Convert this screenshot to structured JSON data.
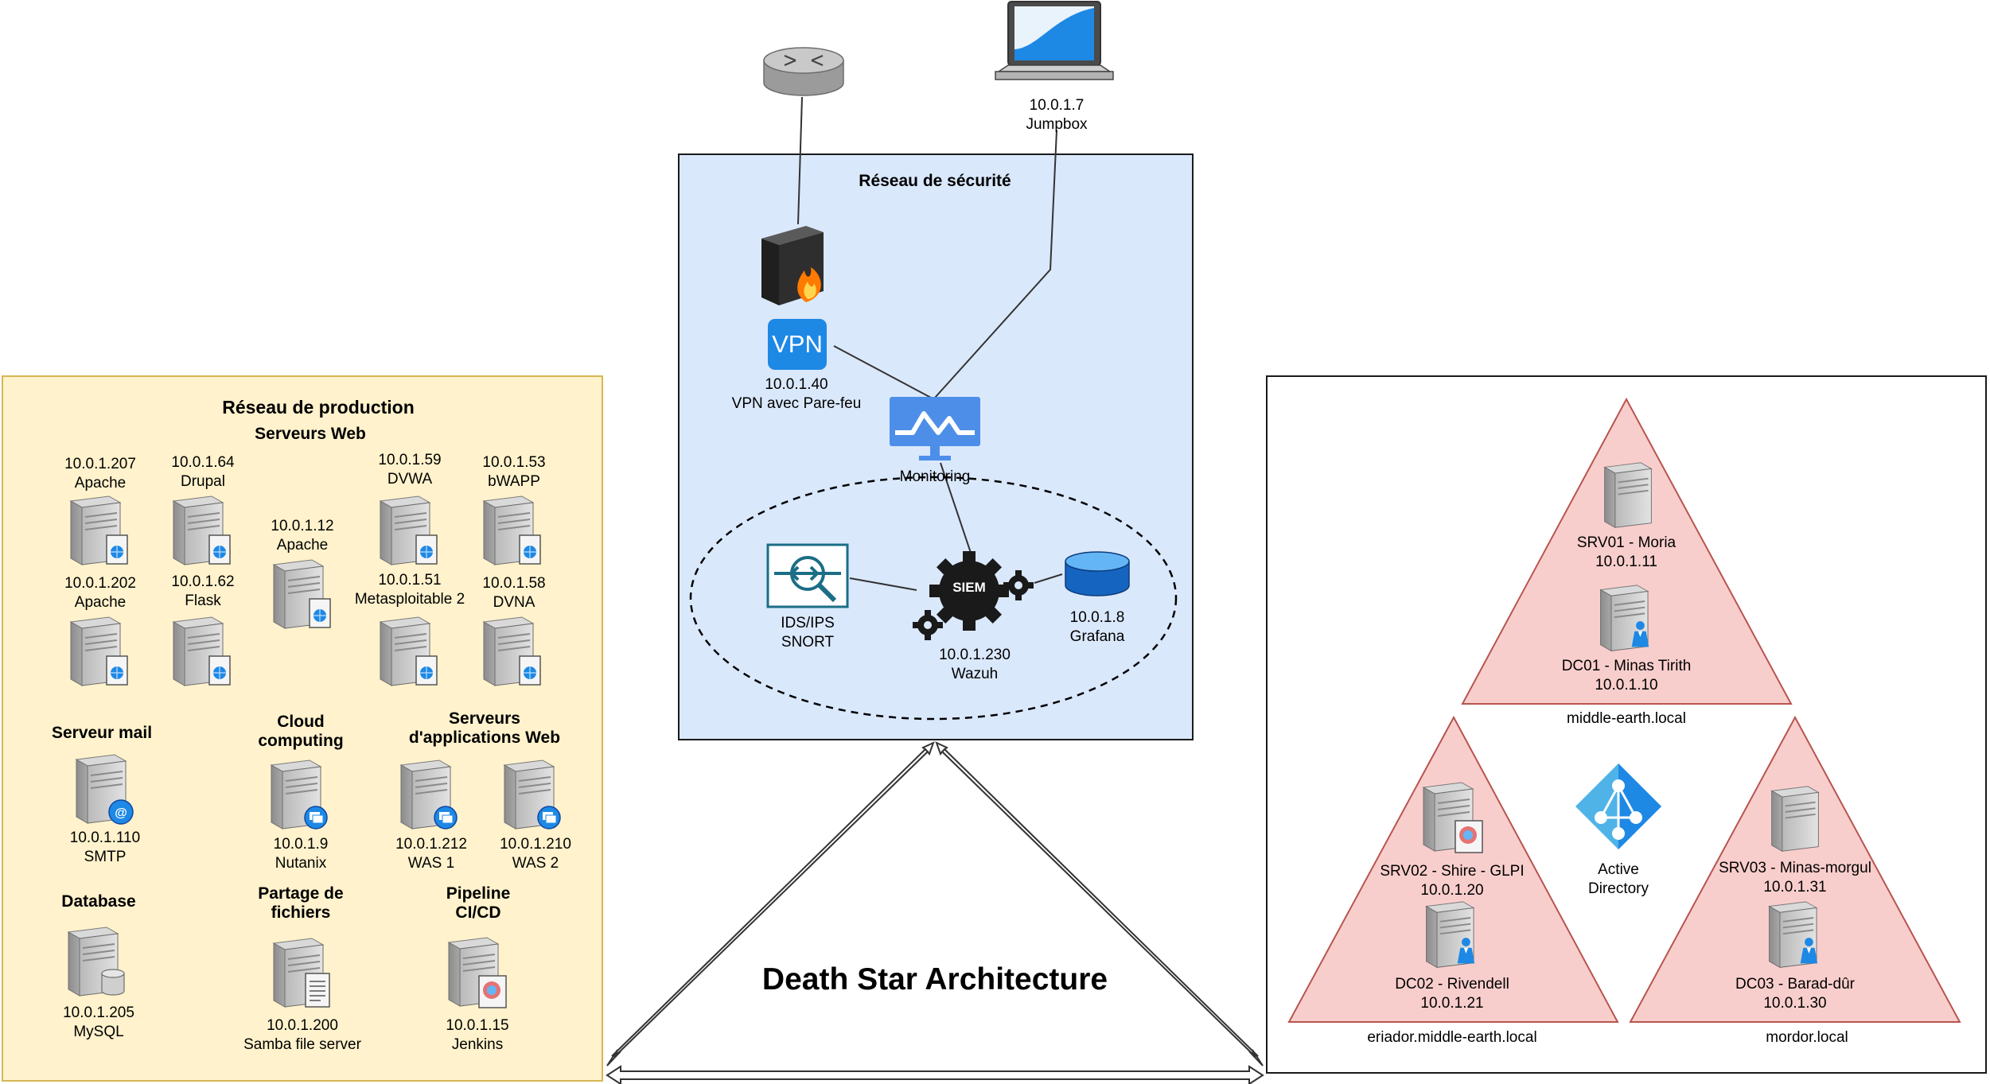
{
  "diagram_title": "Death Star Architecture",
  "colors": {
    "production_fill": "#fff2cc",
    "production_border": "#d6b656",
    "security_fill": "#dae8fc",
    "triangle_fill": "#f8cecc",
    "triangle_border": "#b85450",
    "accent_blue": "#1e88e5"
  },
  "top_devices": {
    "router": {
      "icon": "router-icon"
    },
    "jumpbox": {
      "ip": "10.0.1.7",
      "name": "Jumpbox",
      "icon": "laptop-icon"
    }
  },
  "security_network": {
    "title": "Réseau de sécurité",
    "firewall": {
      "icon": "firewall-icon"
    },
    "vpn": {
      "badge": "VPN",
      "ip": "10.0.1.40",
      "name": "VPN avec Pare-feu"
    },
    "monitoring": {
      "name": "Monitoring"
    },
    "ids": {
      "line1": "IDS/IPS",
      "line2": "SNORT"
    },
    "siem": {
      "badge": "SIEM",
      "ip": "10.0.1.230",
      "name": "Wazuh"
    },
    "grafana": {
      "ip": "10.0.1.8",
      "name": "Grafana"
    }
  },
  "production_network": {
    "title": "Réseau de production",
    "web_title": "Serveurs Web",
    "web_servers": [
      {
        "ip": "10.0.1.207",
        "name": "Apache"
      },
      {
        "ip": "10.0.1.64",
        "name": "Drupal"
      },
      {
        "ip": "10.0.1.12",
        "name": "Apache"
      },
      {
        "ip": "10.0.1.59",
        "name": "DVWA"
      },
      {
        "ip": "10.0.1.53",
        "name": "bWAPP"
      },
      {
        "ip": "10.0.1.202",
        "name": "Apache"
      },
      {
        "ip": "10.0.1.62",
        "name": "Flask"
      },
      {
        "ip": "10.0.1.51",
        "name": "Metasploitable 2"
      },
      {
        "ip": "10.0.1.58",
        "name": "DVNA"
      }
    ],
    "mail": {
      "title": "Serveur mail",
      "ip": "10.0.1.110",
      "name": "SMTP"
    },
    "cloud": {
      "title_l1": "Cloud",
      "title_l2": "computing",
      "ip": "10.0.1.9",
      "name": "Nutanix"
    },
    "apps": {
      "title_l1": "Serveurs",
      "title_l2": "d'applications Web",
      "servers": [
        {
          "ip": "10.0.1.212",
          "name": "WAS 1"
        },
        {
          "ip": "10.0.1.210",
          "name": "WAS 2"
        }
      ]
    },
    "database": {
      "title": "Database",
      "ip": "10.0.1.205",
      "name": "MySQL"
    },
    "files": {
      "title_l1": "Partage de",
      "title_l2": "fichiers",
      "ip": "10.0.1.200",
      "name": "Samba file server"
    },
    "pipeline": {
      "title_l1": "Pipeline",
      "title_l2": "CI/CD",
      "ip": "10.0.1.15",
      "name": "Jenkins"
    }
  },
  "active_directory": {
    "label_l1": "Active",
    "label_l2": "Directory",
    "domains": [
      {
        "name": "middle-earth.local",
        "servers": [
          {
            "name": "SRV01 - Moria",
            "ip": "10.0.1.11"
          },
          {
            "name": "DC01 - Minas Tirith",
            "ip": "10.0.1.10"
          }
        ]
      },
      {
        "name": "eriador.middle-earth.local",
        "servers": [
          {
            "name": "SRV02 - Shire - GLPI",
            "ip": "10.0.1.20"
          },
          {
            "name": "DC02 - Rivendell",
            "ip": "10.0.1.21"
          }
        ]
      },
      {
        "name": "mordor.local",
        "servers": [
          {
            "name": "SRV03 - Minas-morgul",
            "ip": "10.0.1.31"
          },
          {
            "name": "DC03 - Barad-dûr",
            "ip": "10.0.1.30"
          }
        ]
      }
    ]
  }
}
